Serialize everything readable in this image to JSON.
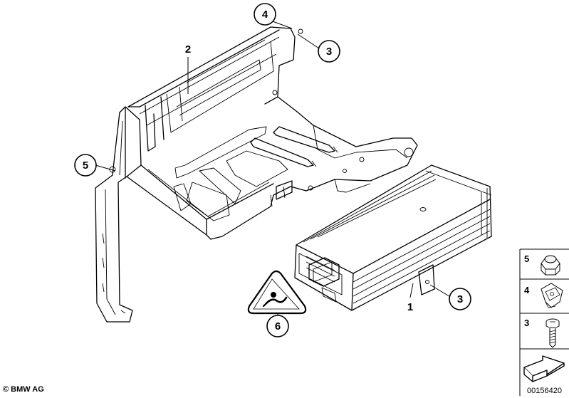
{
  "parts": {
    "p1": "1",
    "p2": "2",
    "p3a": "3",
    "p3b": "3",
    "p4": "4",
    "p5": "5",
    "p6": "6"
  },
  "legend": {
    "items": [
      {
        "num": "5",
        "icon": "nut-icon"
      },
      {
        "num": "4",
        "icon": "clip-nut-icon"
      },
      {
        "num": "3",
        "icon": "screw-icon"
      }
    ],
    "arrow_icon": "next-page-arrow-icon"
  },
  "footer": {
    "copyright": "© BMW AG",
    "doc_number": "00156420"
  }
}
